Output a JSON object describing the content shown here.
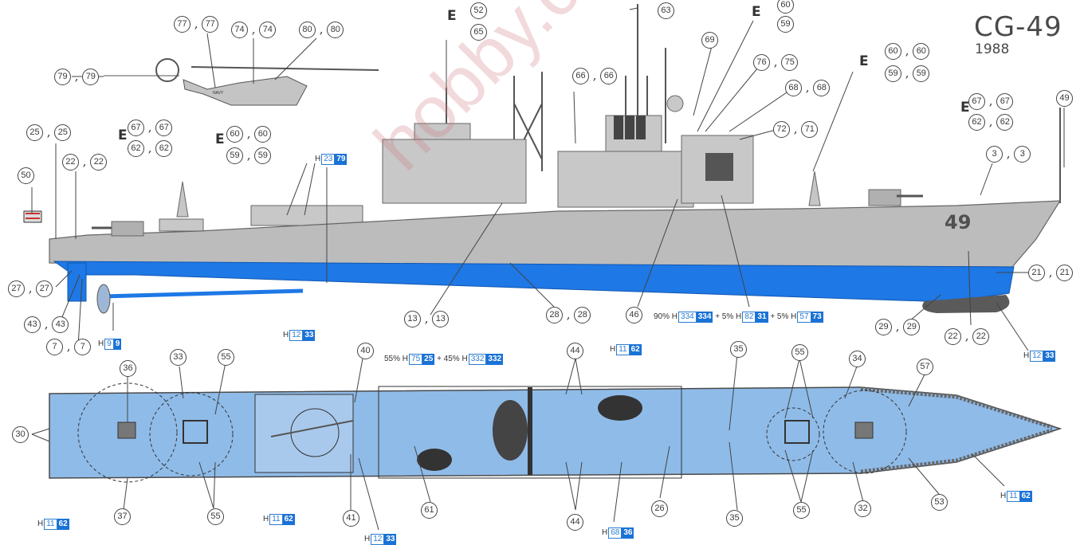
{
  "header": {
    "title": "CG-49",
    "year": "1988"
  },
  "watermark": "hobby.co",
  "hull_number": "49",
  "colors": {
    "hull_gray": "#bcbcbc",
    "waterline_blue": "#1e78e6",
    "deck_blue": "#8fbbe8",
    "anti_fouling": "#5a5a5a",
    "part_badge": "#1a72d6"
  },
  "callouts": [
    {
      "id": "c77",
      "a": "77",
      "b": "77"
    },
    {
      "id": "c74",
      "a": "74",
      "b": "74"
    },
    {
      "id": "c80",
      "a": "80",
      "b": "80"
    },
    {
      "id": "c79",
      "a": "79",
      "b": "79"
    },
    {
      "id": "c25",
      "a": "25",
      "b": "25"
    },
    {
      "id": "c22a",
      "a": "22",
      "b": "22"
    },
    {
      "id": "c67a",
      "a": "67",
      "b": "67"
    },
    {
      "id": "c62a",
      "a": "62",
      "b": "62"
    },
    {
      "id": "c60a",
      "a": "60",
      "b": "60"
    },
    {
      "id": "c59a",
      "a": "59",
      "b": "59"
    },
    {
      "id": "c52",
      "a": "52",
      "b": ""
    },
    {
      "id": "c65",
      "a": "65",
      "b": ""
    },
    {
      "id": "c63",
      "a": "63",
      "b": ""
    },
    {
      "id": "c66",
      "a": "66",
      "b": "66"
    },
    {
      "id": "c69",
      "a": "69",
      "b": ""
    },
    {
      "id": "c60b",
      "a": "60",
      "b": ""
    },
    {
      "id": "c59b",
      "a": "59",
      "b": ""
    },
    {
      "id": "c76",
      "a": "76",
      "b": "75"
    },
    {
      "id": "c68",
      "a": "68",
      "b": "68"
    },
    {
      "id": "c72",
      "a": "72",
      "b": "71"
    },
    {
      "id": "c60c",
      "a": "60",
      "b": "60"
    },
    {
      "id": "c59c",
      "a": "59",
      "b": "59"
    },
    {
      "id": "c67b",
      "a": "67",
      "b": "67"
    },
    {
      "id": "c62b",
      "a": "62",
      "b": "62"
    },
    {
      "id": "c3",
      "a": "3",
      "b": "3"
    },
    {
      "id": "c49",
      "a": "49",
      "b": ""
    },
    {
      "id": "c50",
      "a": "50",
      "b": ""
    },
    {
      "id": "c27",
      "a": "27",
      "b": "27"
    },
    {
      "id": "c43",
      "a": "43",
      "b": "43"
    },
    {
      "id": "c7",
      "a": "7",
      "b": "7"
    },
    {
      "id": "c13",
      "a": "13",
      "b": "13"
    },
    {
      "id": "c28",
      "a": "28",
      "b": "28"
    },
    {
      "id": "c46",
      "a": "46",
      "b": ""
    },
    {
      "id": "c21",
      "a": "21",
      "b": "21"
    },
    {
      "id": "c29",
      "a": "29",
      "b": "29"
    },
    {
      "id": "c22b",
      "a": "22",
      "b": "22"
    },
    {
      "id": "c36",
      "a": "36",
      "b": ""
    },
    {
      "id": "c33",
      "a": "33",
      "b": ""
    },
    {
      "id": "c55a",
      "a": "55",
      "b": ""
    },
    {
      "id": "c40",
      "a": "40",
      "b": ""
    },
    {
      "id": "c44a",
      "a": "44",
      "b": ""
    },
    {
      "id": "c35a",
      "a": "35",
      "b": ""
    },
    {
      "id": "c55b",
      "a": "55",
      "b": ""
    },
    {
      "id": "c34",
      "a": "34",
      "b": ""
    },
    {
      "id": "c57",
      "a": "57",
      "b": ""
    },
    {
      "id": "c30",
      "a": "30",
      "b": ""
    },
    {
      "id": "c37",
      "a": "37",
      "b": ""
    },
    {
      "id": "c55c",
      "a": "55",
      "b": ""
    },
    {
      "id": "c41",
      "a": "41",
      "b": ""
    },
    {
      "id": "c61",
      "a": "61",
      "b": ""
    },
    {
      "id": "c44b",
      "a": "44",
      "b": ""
    },
    {
      "id": "c26",
      "a": "26",
      "b": ""
    },
    {
      "id": "c35b",
      "a": "35",
      "b": ""
    },
    {
      "id": "c55d",
      "a": "55",
      "b": ""
    },
    {
      "id": "c32",
      "a": "32",
      "b": ""
    },
    {
      "id": "c53",
      "a": "53",
      "b": ""
    }
  ],
  "paint_codes": [
    {
      "id": "p1",
      "parts": [
        {
          "pre": "",
          "h": "23",
          "n": "79"
        }
      ]
    },
    {
      "id": "p2",
      "parts": [
        {
          "pre": "",
          "h": "12",
          "n": "33"
        }
      ]
    },
    {
      "id": "p3",
      "parts": [
        {
          "pre": "",
          "h": "9",
          "n": "9"
        }
      ]
    },
    {
      "id": "p4",
      "parts": [
        {
          "pre": "90%",
          "h": "334",
          "n": "334"
        },
        {
          "pre": "+ 5%",
          "h": "82",
          "n": "31"
        },
        {
          "pre": "+ 5%",
          "h": "57",
          "n": "73"
        }
      ]
    },
    {
      "id": "p5",
      "parts": [
        {
          "pre": "",
          "h": "12",
          "n": "33"
        }
      ]
    },
    {
      "id": "p6",
      "parts": [
        {
          "pre": "55%",
          "h": "75",
          "n": "25"
        },
        {
          "pre": "+ 45%",
          "h": "332",
          "n": "332"
        }
      ]
    },
    {
      "id": "p7",
      "parts": [
        {
          "pre": "",
          "h": "11",
          "n": "62"
        }
      ]
    },
    {
      "id": "p8",
      "parts": [
        {
          "pre": "",
          "h": "11",
          "n": "62"
        }
      ]
    },
    {
      "id": "p9",
      "parts": [
        {
          "pre": "",
          "h": "11",
          "n": "62"
        }
      ]
    },
    {
      "id": "p10",
      "parts": [
        {
          "pre": "",
          "h": "68",
          "n": "36"
        }
      ]
    },
    {
      "id": "p11",
      "parts": [
        {
          "pre": "",
          "h": "11",
          "n": "62"
        }
      ]
    },
    {
      "id": "p12",
      "parts": [
        {
          "pre": "",
          "h": "12",
          "n": "33"
        }
      ]
    }
  ],
  "emblems": [
    "E",
    "E",
    "E",
    "E",
    "E",
    "E"
  ],
  "helicopter_text": "NAVY"
}
